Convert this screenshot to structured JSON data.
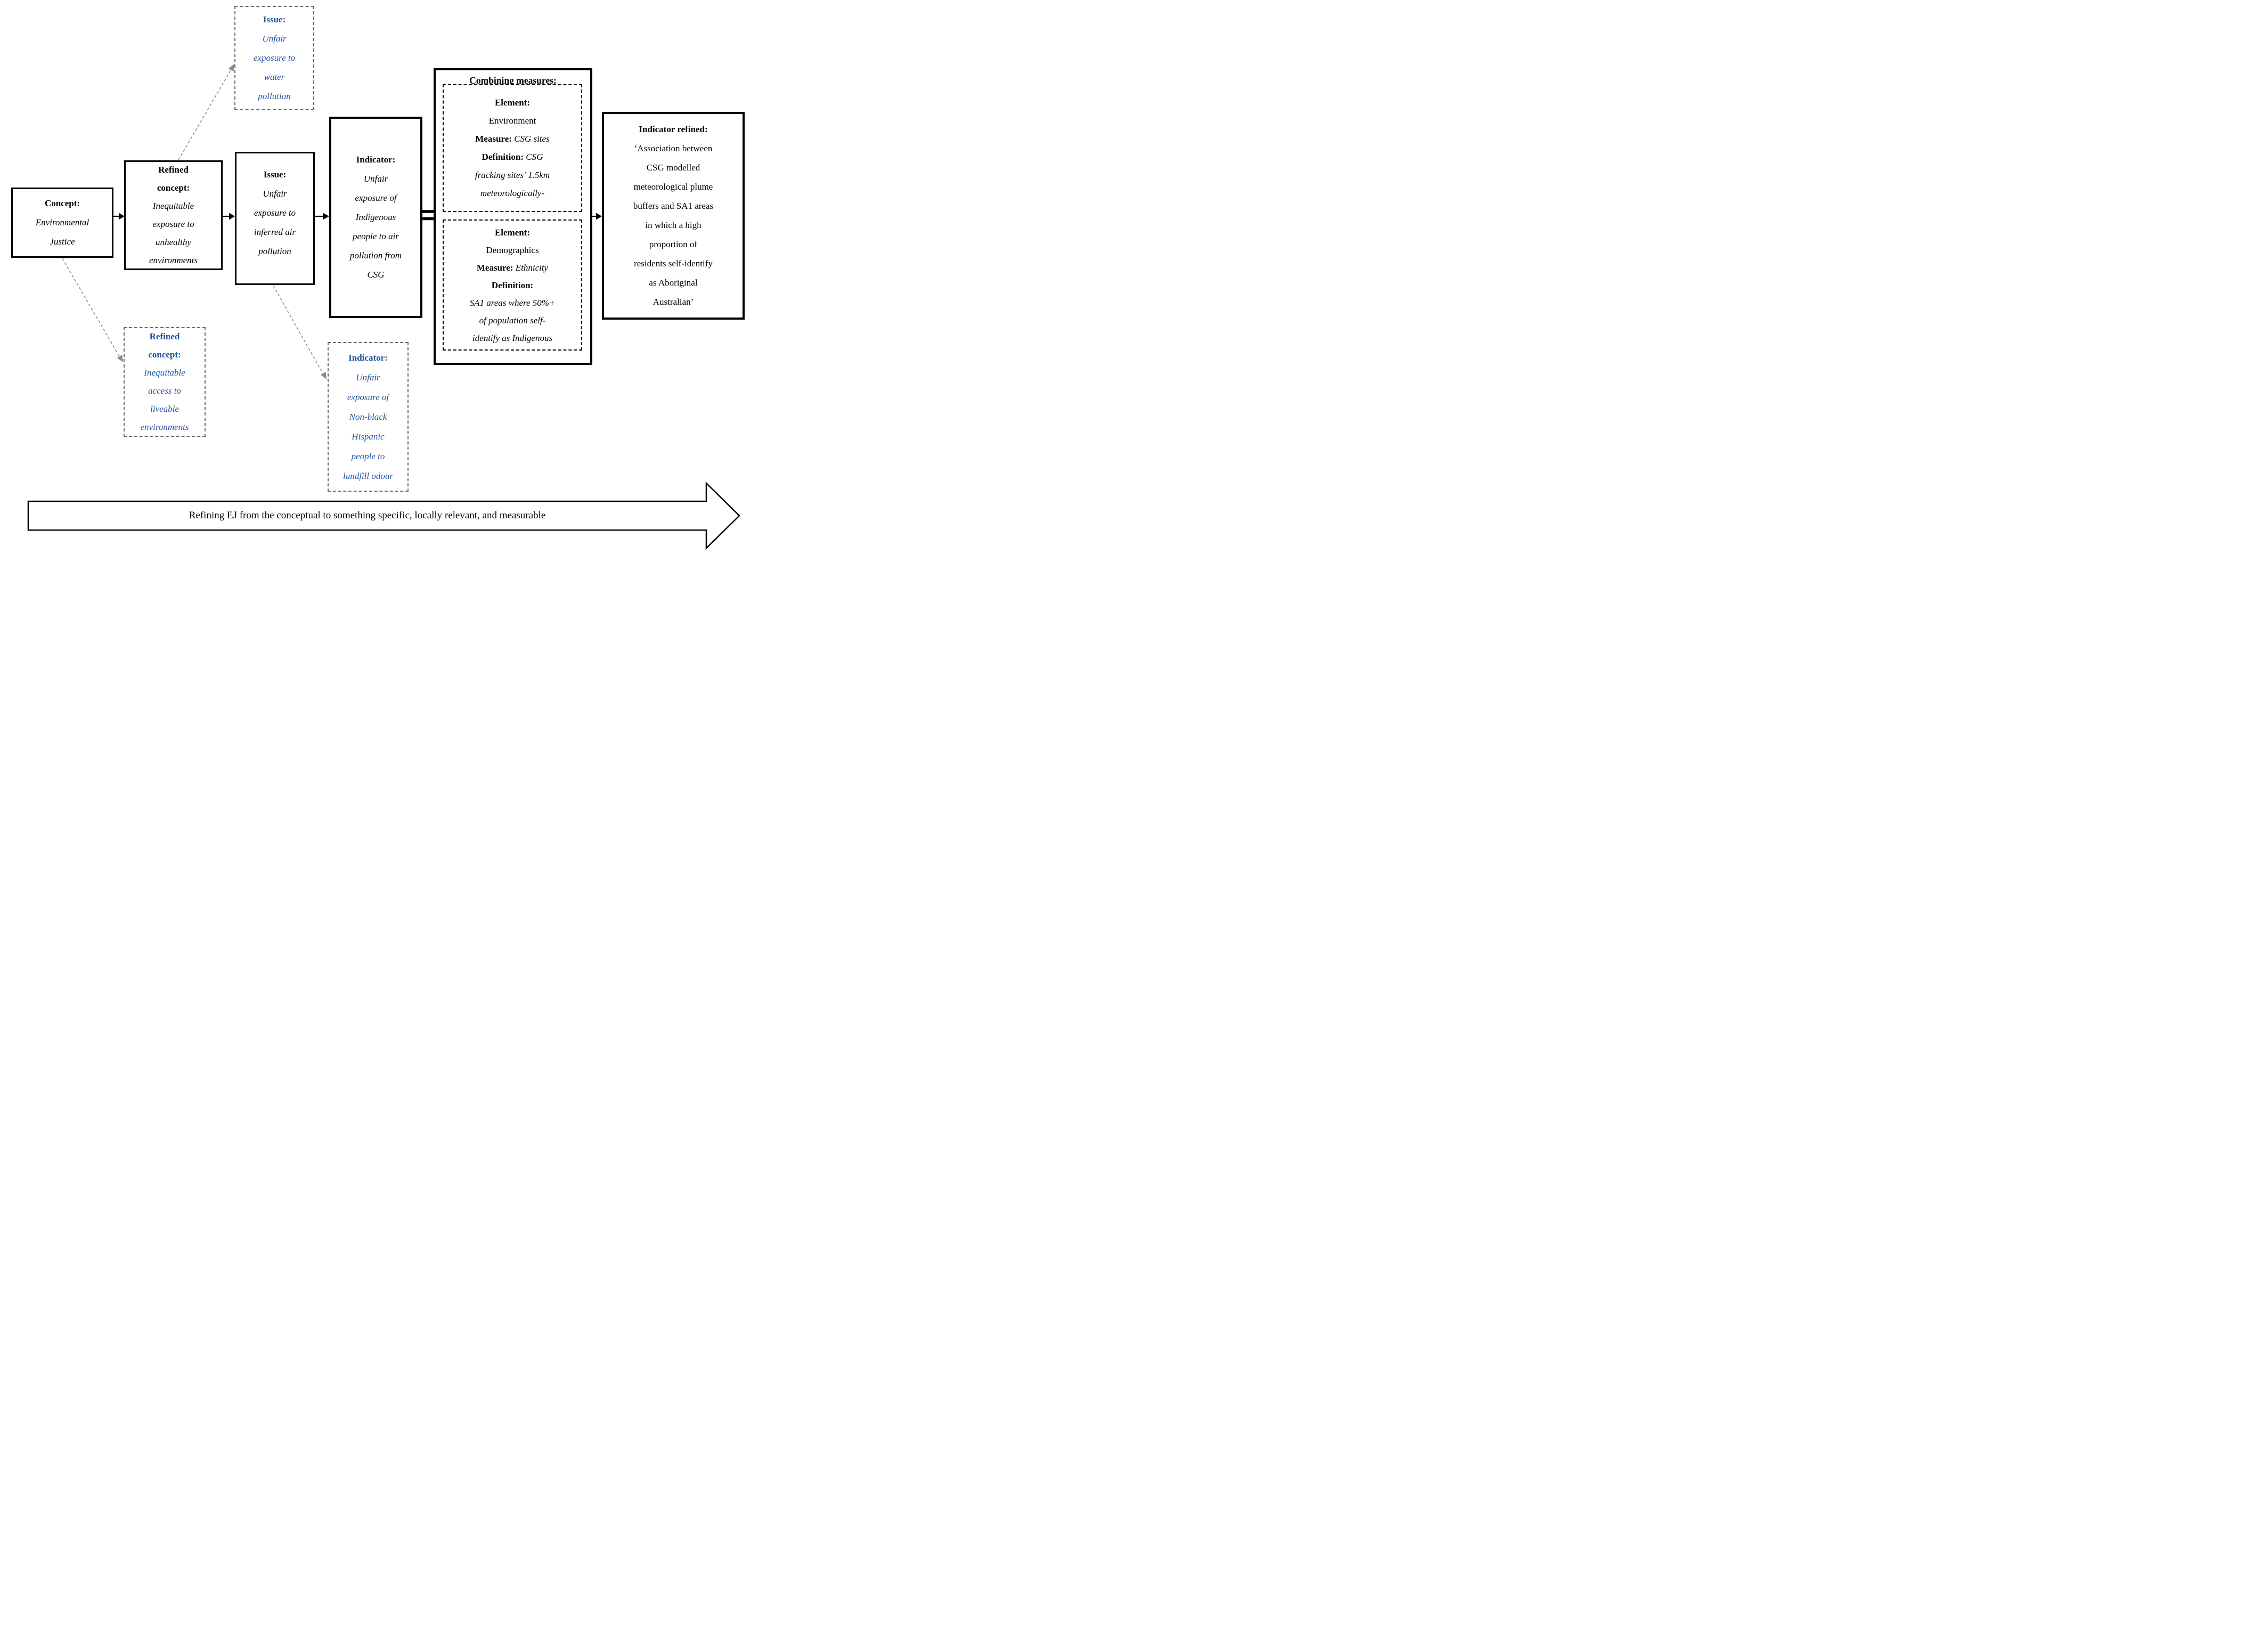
{
  "colors": {
    "text_black": "#000000",
    "alt_blue": "#1F549E",
    "connector_gray": "#8C8C8C"
  },
  "boxes": {
    "concept": {
      "title": "Concept:",
      "body": [
        "Environmental",
        "Justice"
      ]
    },
    "refined_concept": {
      "title_lines": [
        "Refined",
        "concept:"
      ],
      "body": [
        "Inequitable",
        "exposure to",
        "unhealthy",
        "environments"
      ]
    },
    "issue": {
      "title": "Issue:",
      "body": [
        "Unfair",
        "exposure to",
        "inferred air",
        "pollution"
      ]
    },
    "indicator": {
      "title": "Indicator:",
      "body": [
        "Unfair",
        "exposure of",
        "Indigenous",
        "people to air",
        "pollution from",
        "CSG"
      ]
    },
    "combining": {
      "title": "Combining measures:",
      "environment": {
        "element_label": "Element:",
        "element_value": "Environment",
        "measure_label": "Measure: ",
        "measure_value": "CSG sites",
        "definition_label": "Definition: ",
        "definition_first": "CSG",
        "definition_rest": [
          "fracking sites’ 1.5km",
          "meteorologically-"
        ]
      },
      "demographics": {
        "element_label": "Element:",
        "element_value": "Demographics",
        "measure_label": "Measure: ",
        "measure_value": "Ethnicity",
        "definition_label": "Definition:",
        "definition_rest": [
          "SA1 areas where 50%+",
          "of population self-",
          "identify as Indigenous"
        ]
      }
    },
    "indicator_refined": {
      "title": "Indicator refined:",
      "body": [
        "‘Association between",
        "CSG modelled",
        "meteorological plume",
        "buffers and SA1 areas",
        "in which a high",
        "proportion of",
        "residents self-identify",
        "as Aboriginal",
        "Australian’"
      ]
    },
    "alt_issue": {
      "title": "Issue:",
      "body": [
        "Unfair",
        "exposure to",
        "water",
        "pollution"
      ]
    },
    "alt_refined_concept": {
      "title_lines": [
        "Refined",
        "concept:"
      ],
      "body": [
        "Inequitable",
        "access to",
        "liveable",
        "environments"
      ]
    },
    "alt_indicator": {
      "title": "Indicator:",
      "body": [
        "Unfair",
        "exposure of",
        "Non-black",
        "Hispanic",
        "people to",
        "landfill odour"
      ]
    }
  },
  "bottom_arrow": {
    "label": "Refining EJ from the conceptual to something specific, locally relevant, and measurable"
  }
}
